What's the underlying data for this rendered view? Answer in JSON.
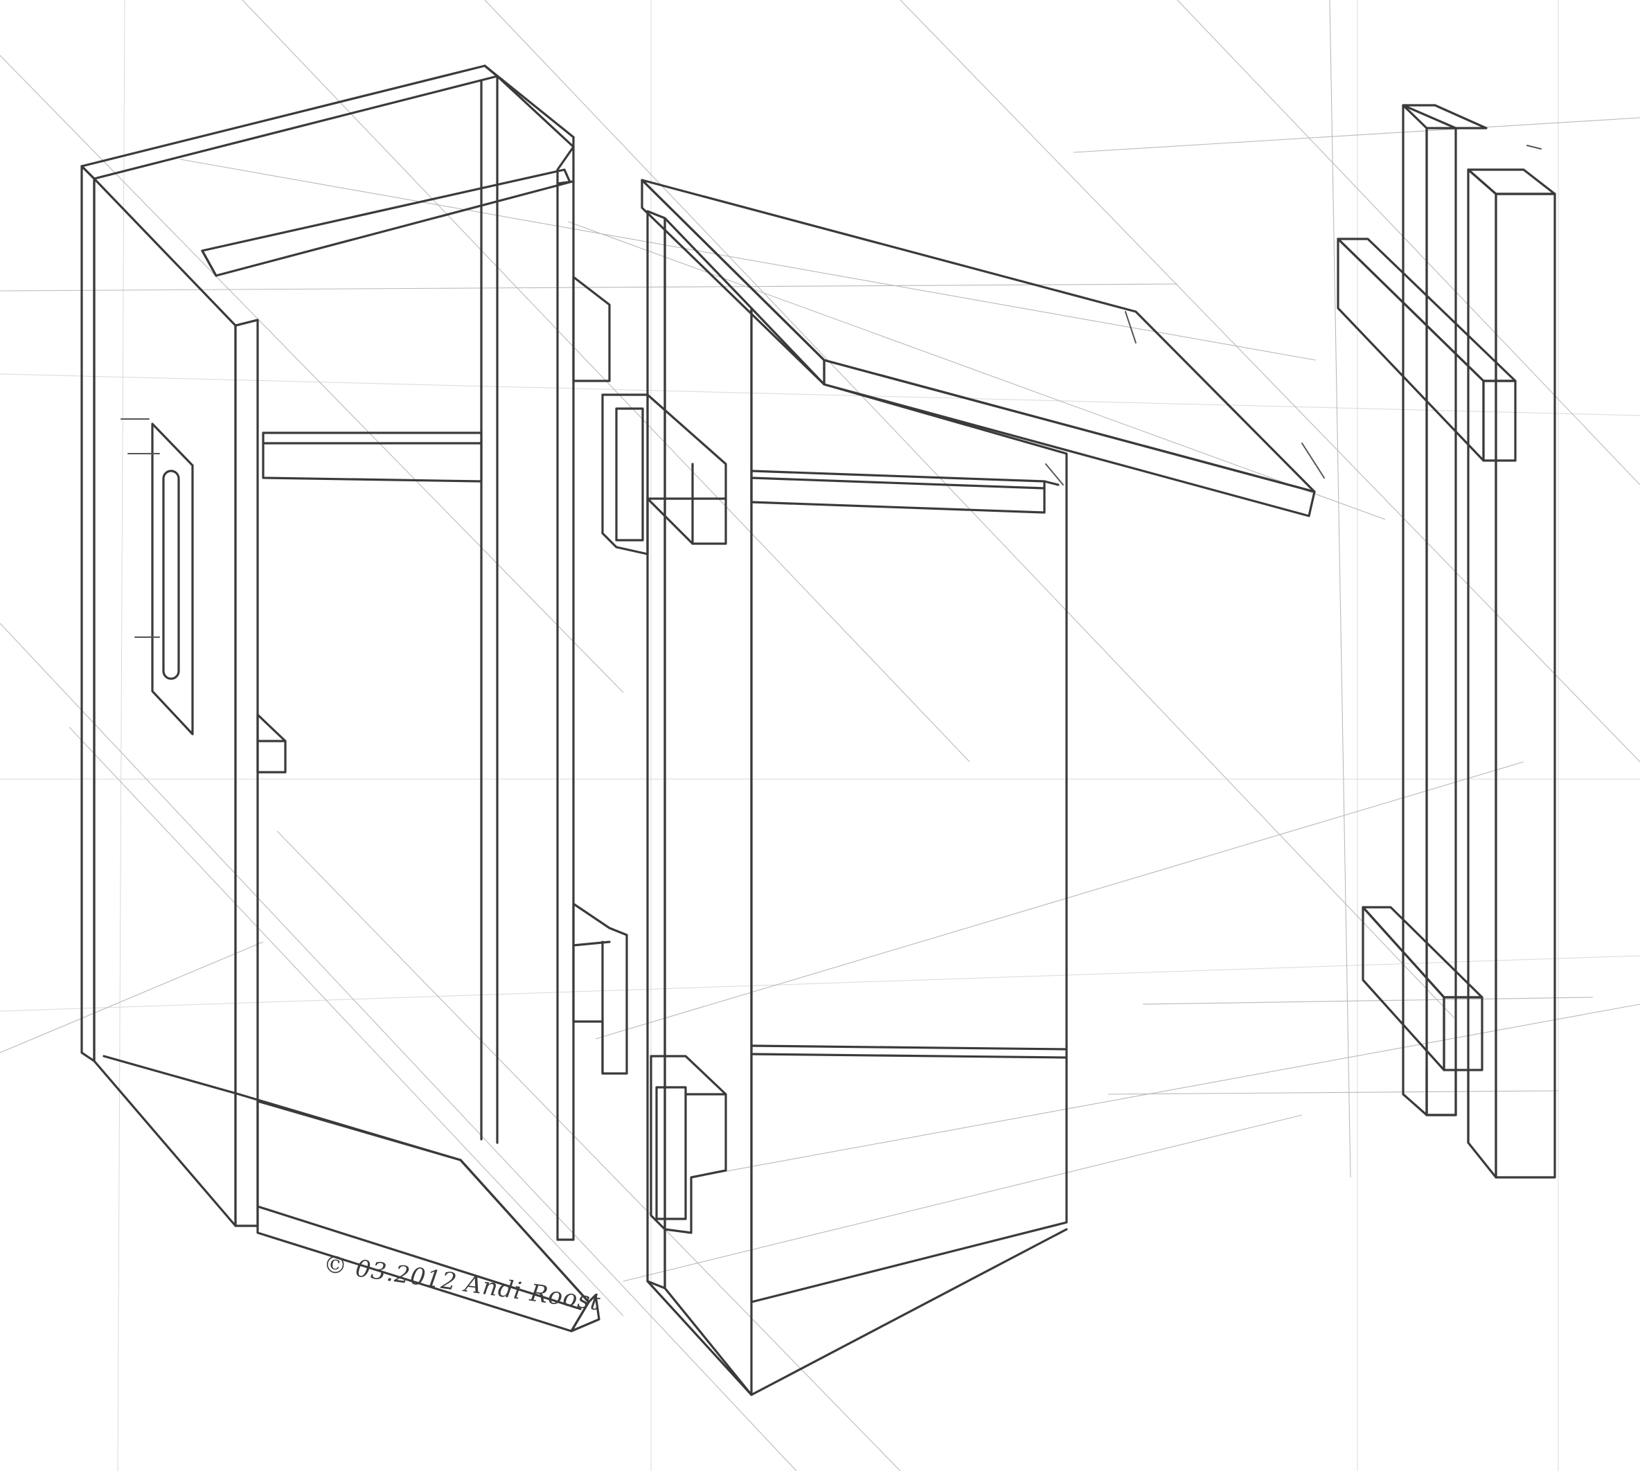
{
  "drawing": {
    "kind": "pencil exploded perspective sketch",
    "parts": [
      "cabinet-frame-left",
      "roof-and-wall-assembly-center",
      "cross-brace-frame-right"
    ],
    "colors": {
      "line": "#3a3a3a",
      "guide": "#b9b9b9",
      "paper": "#ffffff"
    }
  },
  "signature": {
    "text": "© 03.2012 Andi Roost"
  }
}
